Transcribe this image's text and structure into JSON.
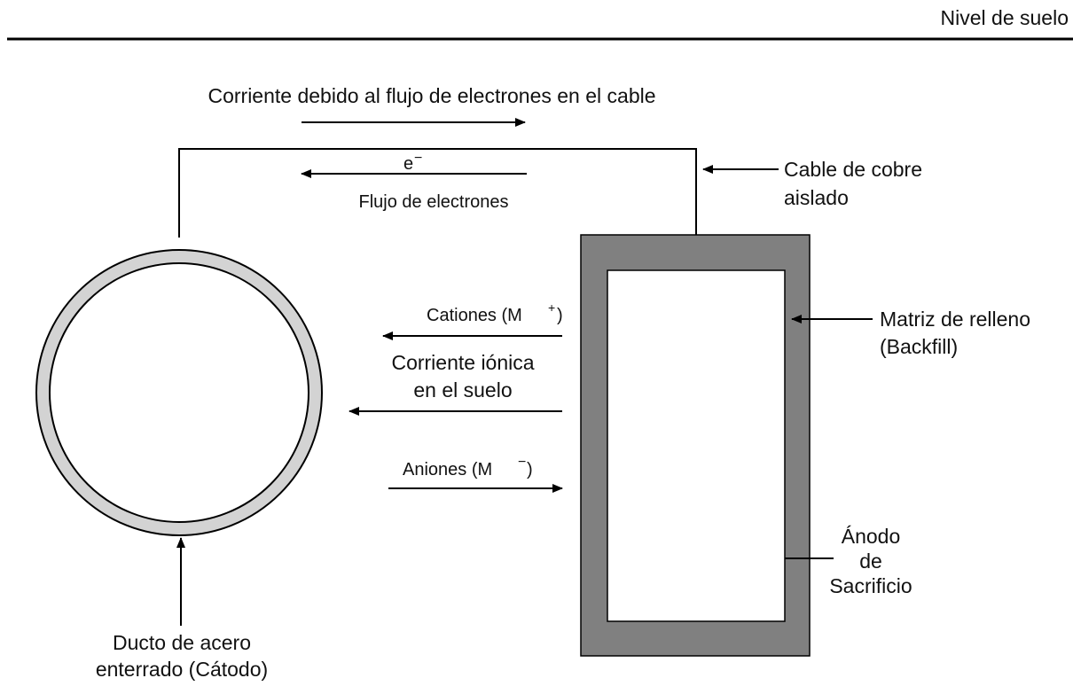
{
  "ground_level": "Nivel de suelo",
  "electron_current": "Corriente debido al flujo de electrones en el cable",
  "electron_symbol": "e",
  "electron_charge": "−",
  "electron_flow": "Flujo de electrones",
  "cable": [
    "Cable de cobre",
    "aislado"
  ],
  "cations_label": "Cationes (M",
  "cations_charge": "+",
  "paren_close": ")",
  "ionic_current": [
    "Corriente iónica",
    "en el suelo"
  ],
  "anions_label": "Aniones (M",
  "anions_charge": "−",
  "backfill": [
    "Matriz de relleno",
    "(Backfill)"
  ],
  "anode": [
    "Ánodo",
    "de",
    "Sacrificio"
  ],
  "cathode": [
    "Ducto de acero",
    "enterrado (Cátodo)"
  ],
  "colors": {
    "pipe_ring": "#d3d3d3",
    "backfill": "#808080",
    "line": "#000000",
    "background": "#ffffff"
  }
}
